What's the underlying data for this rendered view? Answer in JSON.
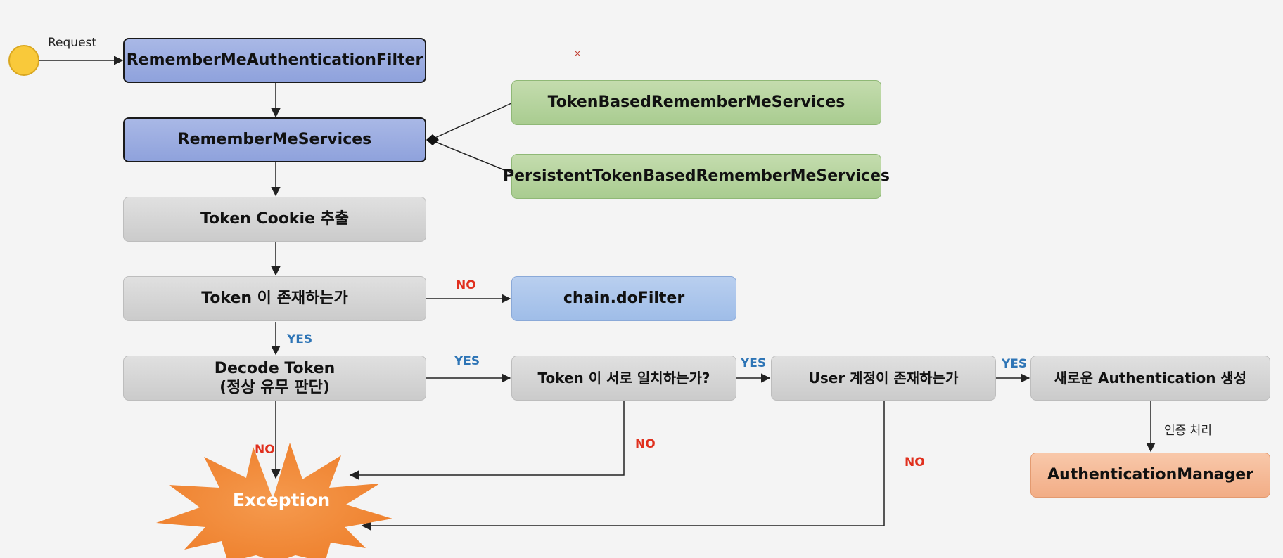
{
  "diagram": {
    "start_label": "Request",
    "nodes": {
      "remember_me_filter": "RememberMeAuthenticationFilter",
      "remember_me_services": "RememberMeServices",
      "token_based_services": "TokenBasedRememberMeServices",
      "persistent_token_services": "PersistentTokenBasedRememberMeServices",
      "token_cookie_extract": "Token Cookie 추출",
      "token_exists": "Token 이 존재하는가",
      "chain_do_filter": "chain.doFilter",
      "decode_token_line1": "Decode Token",
      "decode_token_line2": "(정상 유무 판단)",
      "token_match": "Token 이 서로 일치하는가?",
      "user_exists": "User 계정이 존재하는가",
      "new_authentication": "새로운 Authentication 생성",
      "authentication_manager": "AuthenticationManager",
      "exception": "Exception"
    },
    "edge_labels": {
      "no_token": "NO",
      "yes_token": "YES",
      "yes_decode": "YES",
      "no_decode": "NO",
      "yes_match": "YES",
      "no_match": "NO",
      "yes_user": "YES",
      "no_user": "NO",
      "auth_process": "인증 처리"
    }
  },
  "colors": {
    "start_circle": "#f9c93a",
    "no_label": "#e0301e",
    "yes_label": "#2e75b6",
    "exception_fill": "#f08a3c"
  }
}
